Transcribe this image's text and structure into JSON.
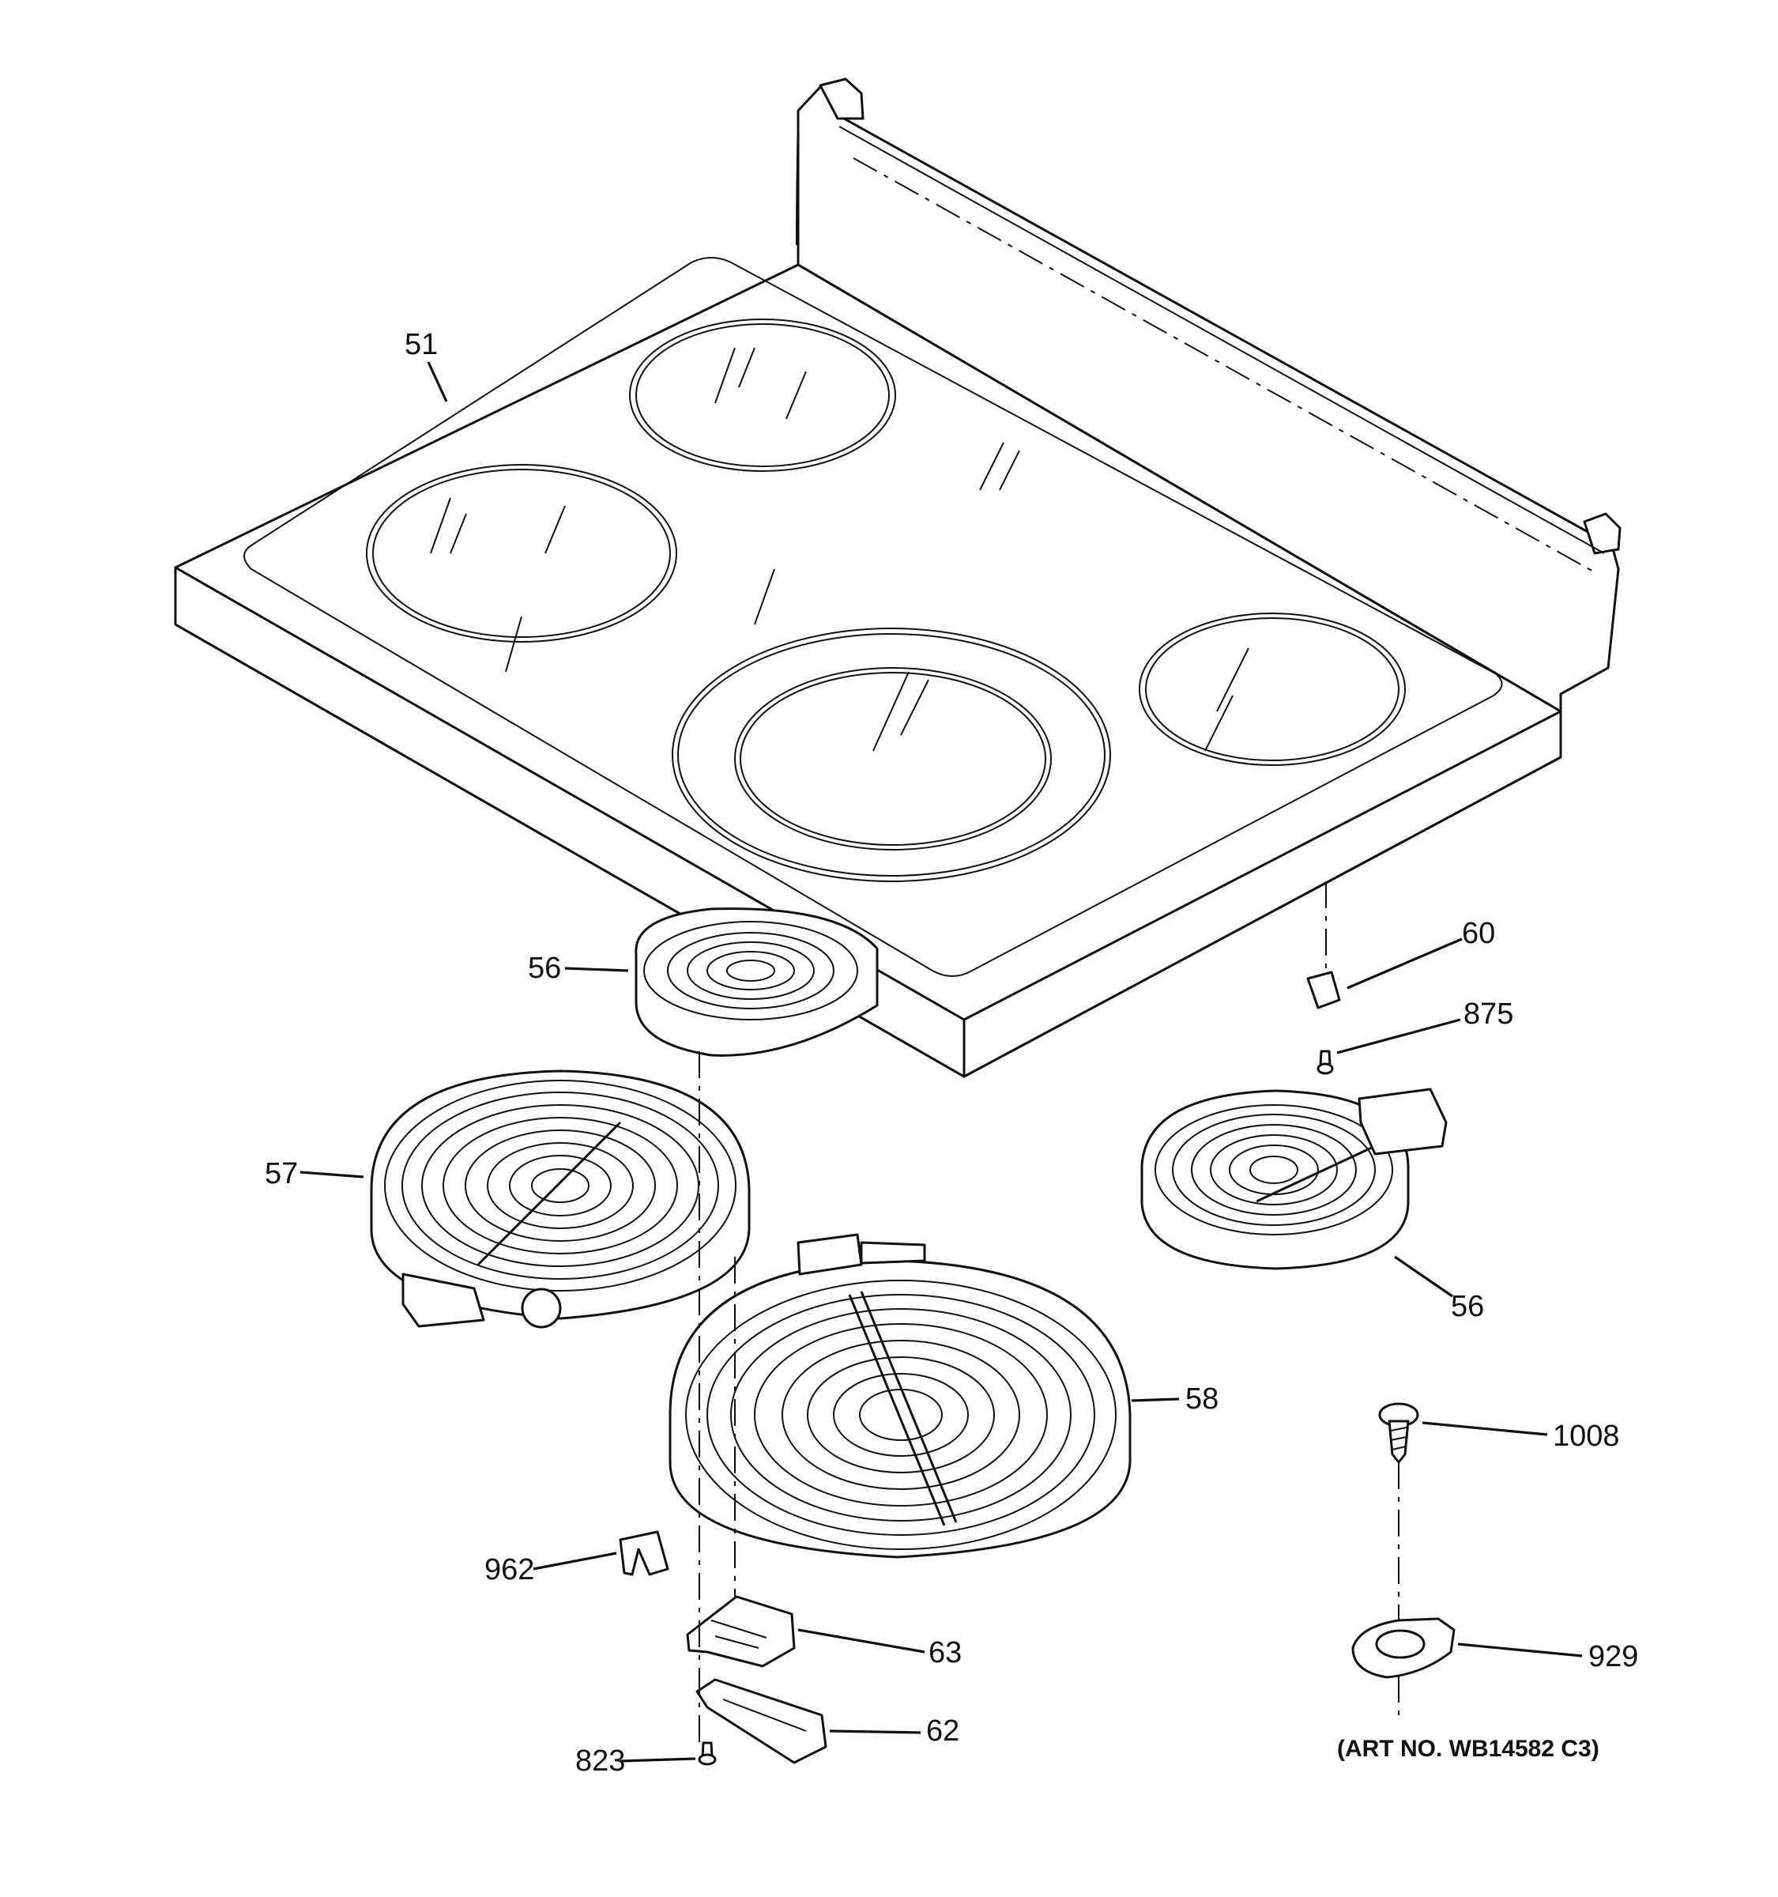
{
  "callouts": {
    "c51": "51",
    "c56a": "56",
    "c56b": "56",
    "c57": "57",
    "c58": "58",
    "c60": "60",
    "c62": "62",
    "c63": "63",
    "c823": "823",
    "c875": "875",
    "c929": "929",
    "c962": "962",
    "c1008": "1008"
  },
  "art_number": "(ART NO. WB14582 C3)"
}
